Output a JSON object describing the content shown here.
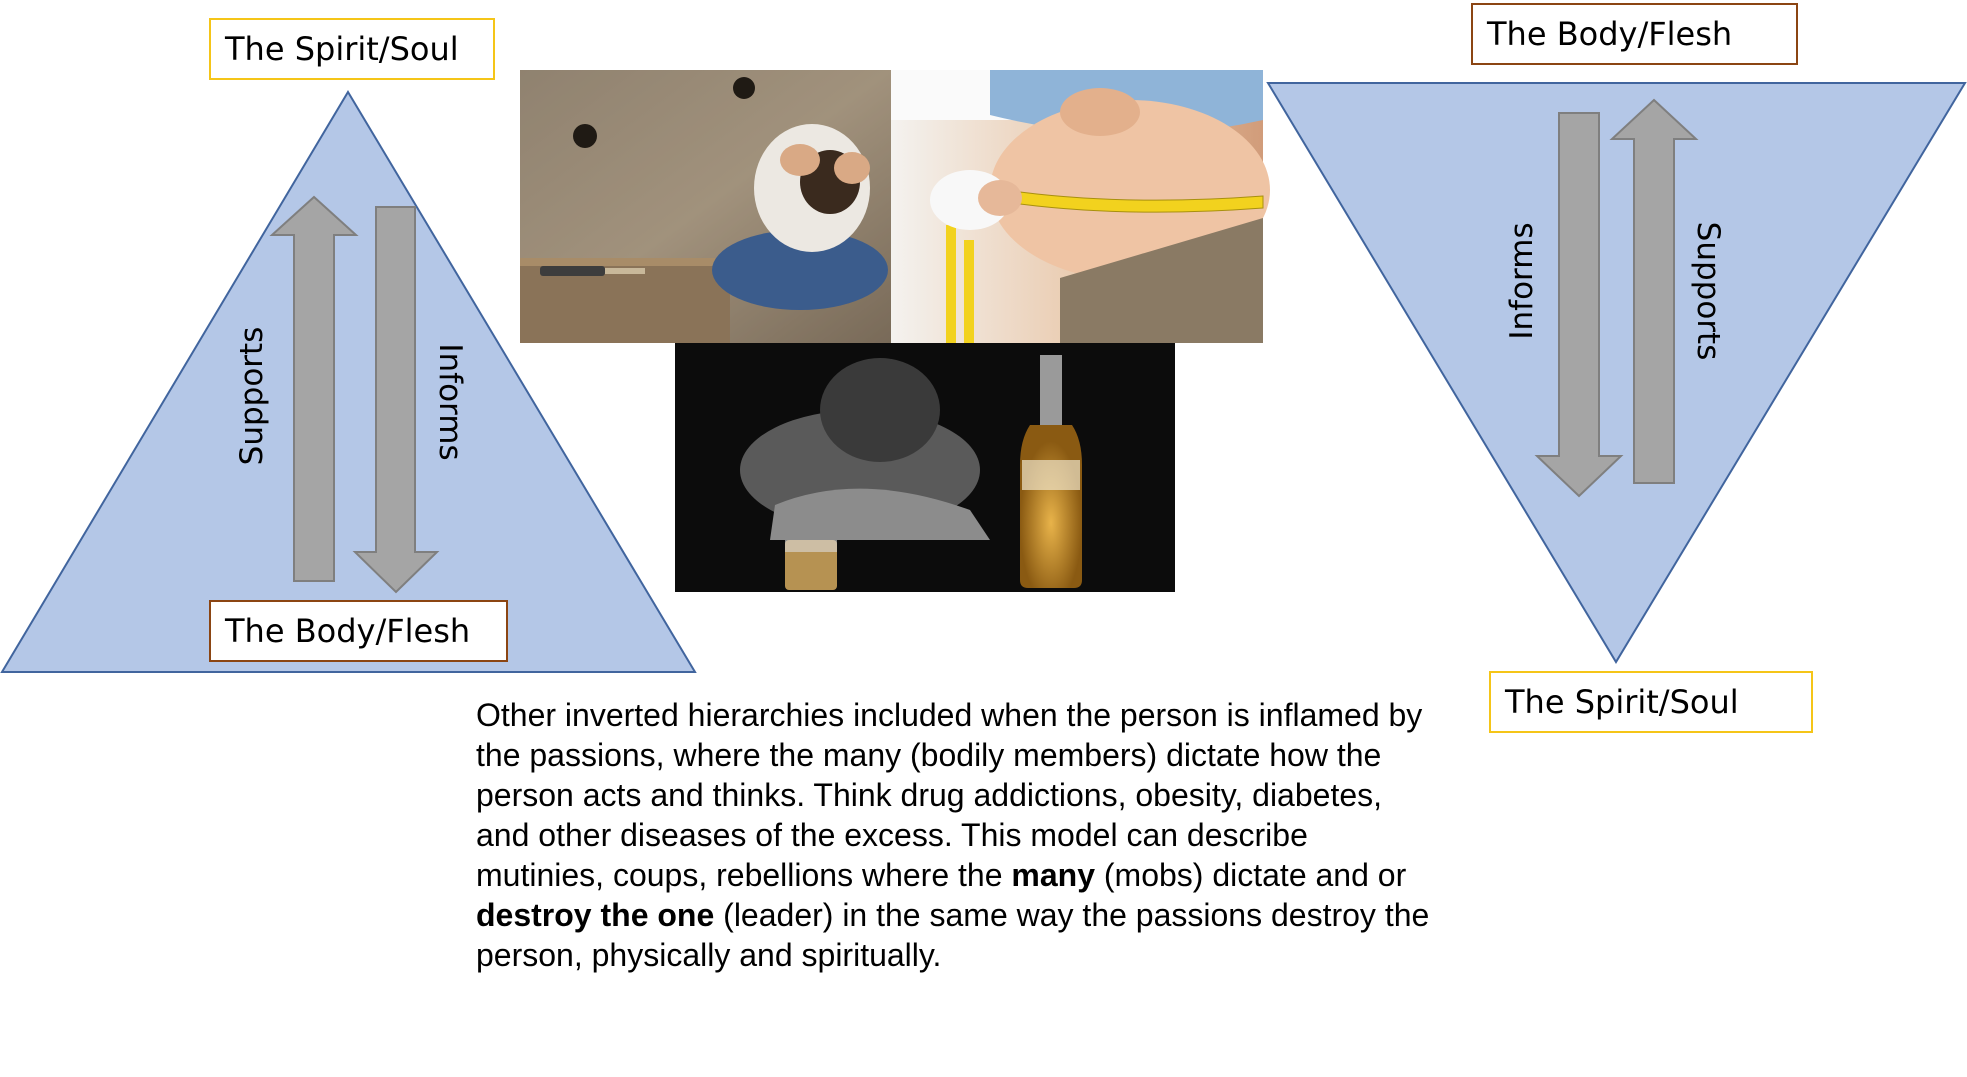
{
  "left_diagram": {
    "top_label": "The Spirit/Soul",
    "bottom_label": "The Body/Flesh",
    "up_arrow_label": "Supports",
    "down_arrow_label": "Informs"
  },
  "right_diagram": {
    "top_label": "The Body/Flesh",
    "bottom_label": "The Spirit/Soul",
    "down_arrow_label": "Informs",
    "up_arrow_label": "Supports"
  },
  "photos": [
    "photo of man with head in hands beside syringe",
    "photo of belly measured with tape",
    "photo of man slumped beside whisky bottle"
  ],
  "caption": {
    "part1": "Other inverted hierarchies included when the person is inflamed by the passions, where the many (bodily members) dictate how the person acts and thinks. Think drug addictions, obesity, diabetes, and other diseases of the excess. This model can describe mutinies, coups, rebellions where the ",
    "bold1": "many",
    "part2": " (mobs) dictate and or ",
    "bold2": "destroy the one",
    "part3": " (leader) in the same way the passions destroy the person, physically and spiritually."
  },
  "colors": {
    "triangle_fill": "#b4c7e7",
    "triangle_stroke": "#41659e",
    "arrow_fill": "#a5a5a5",
    "arrow_stroke": "#7f7f7f",
    "gold_border": "#f5c518",
    "brown_border": "#8b4513"
  }
}
